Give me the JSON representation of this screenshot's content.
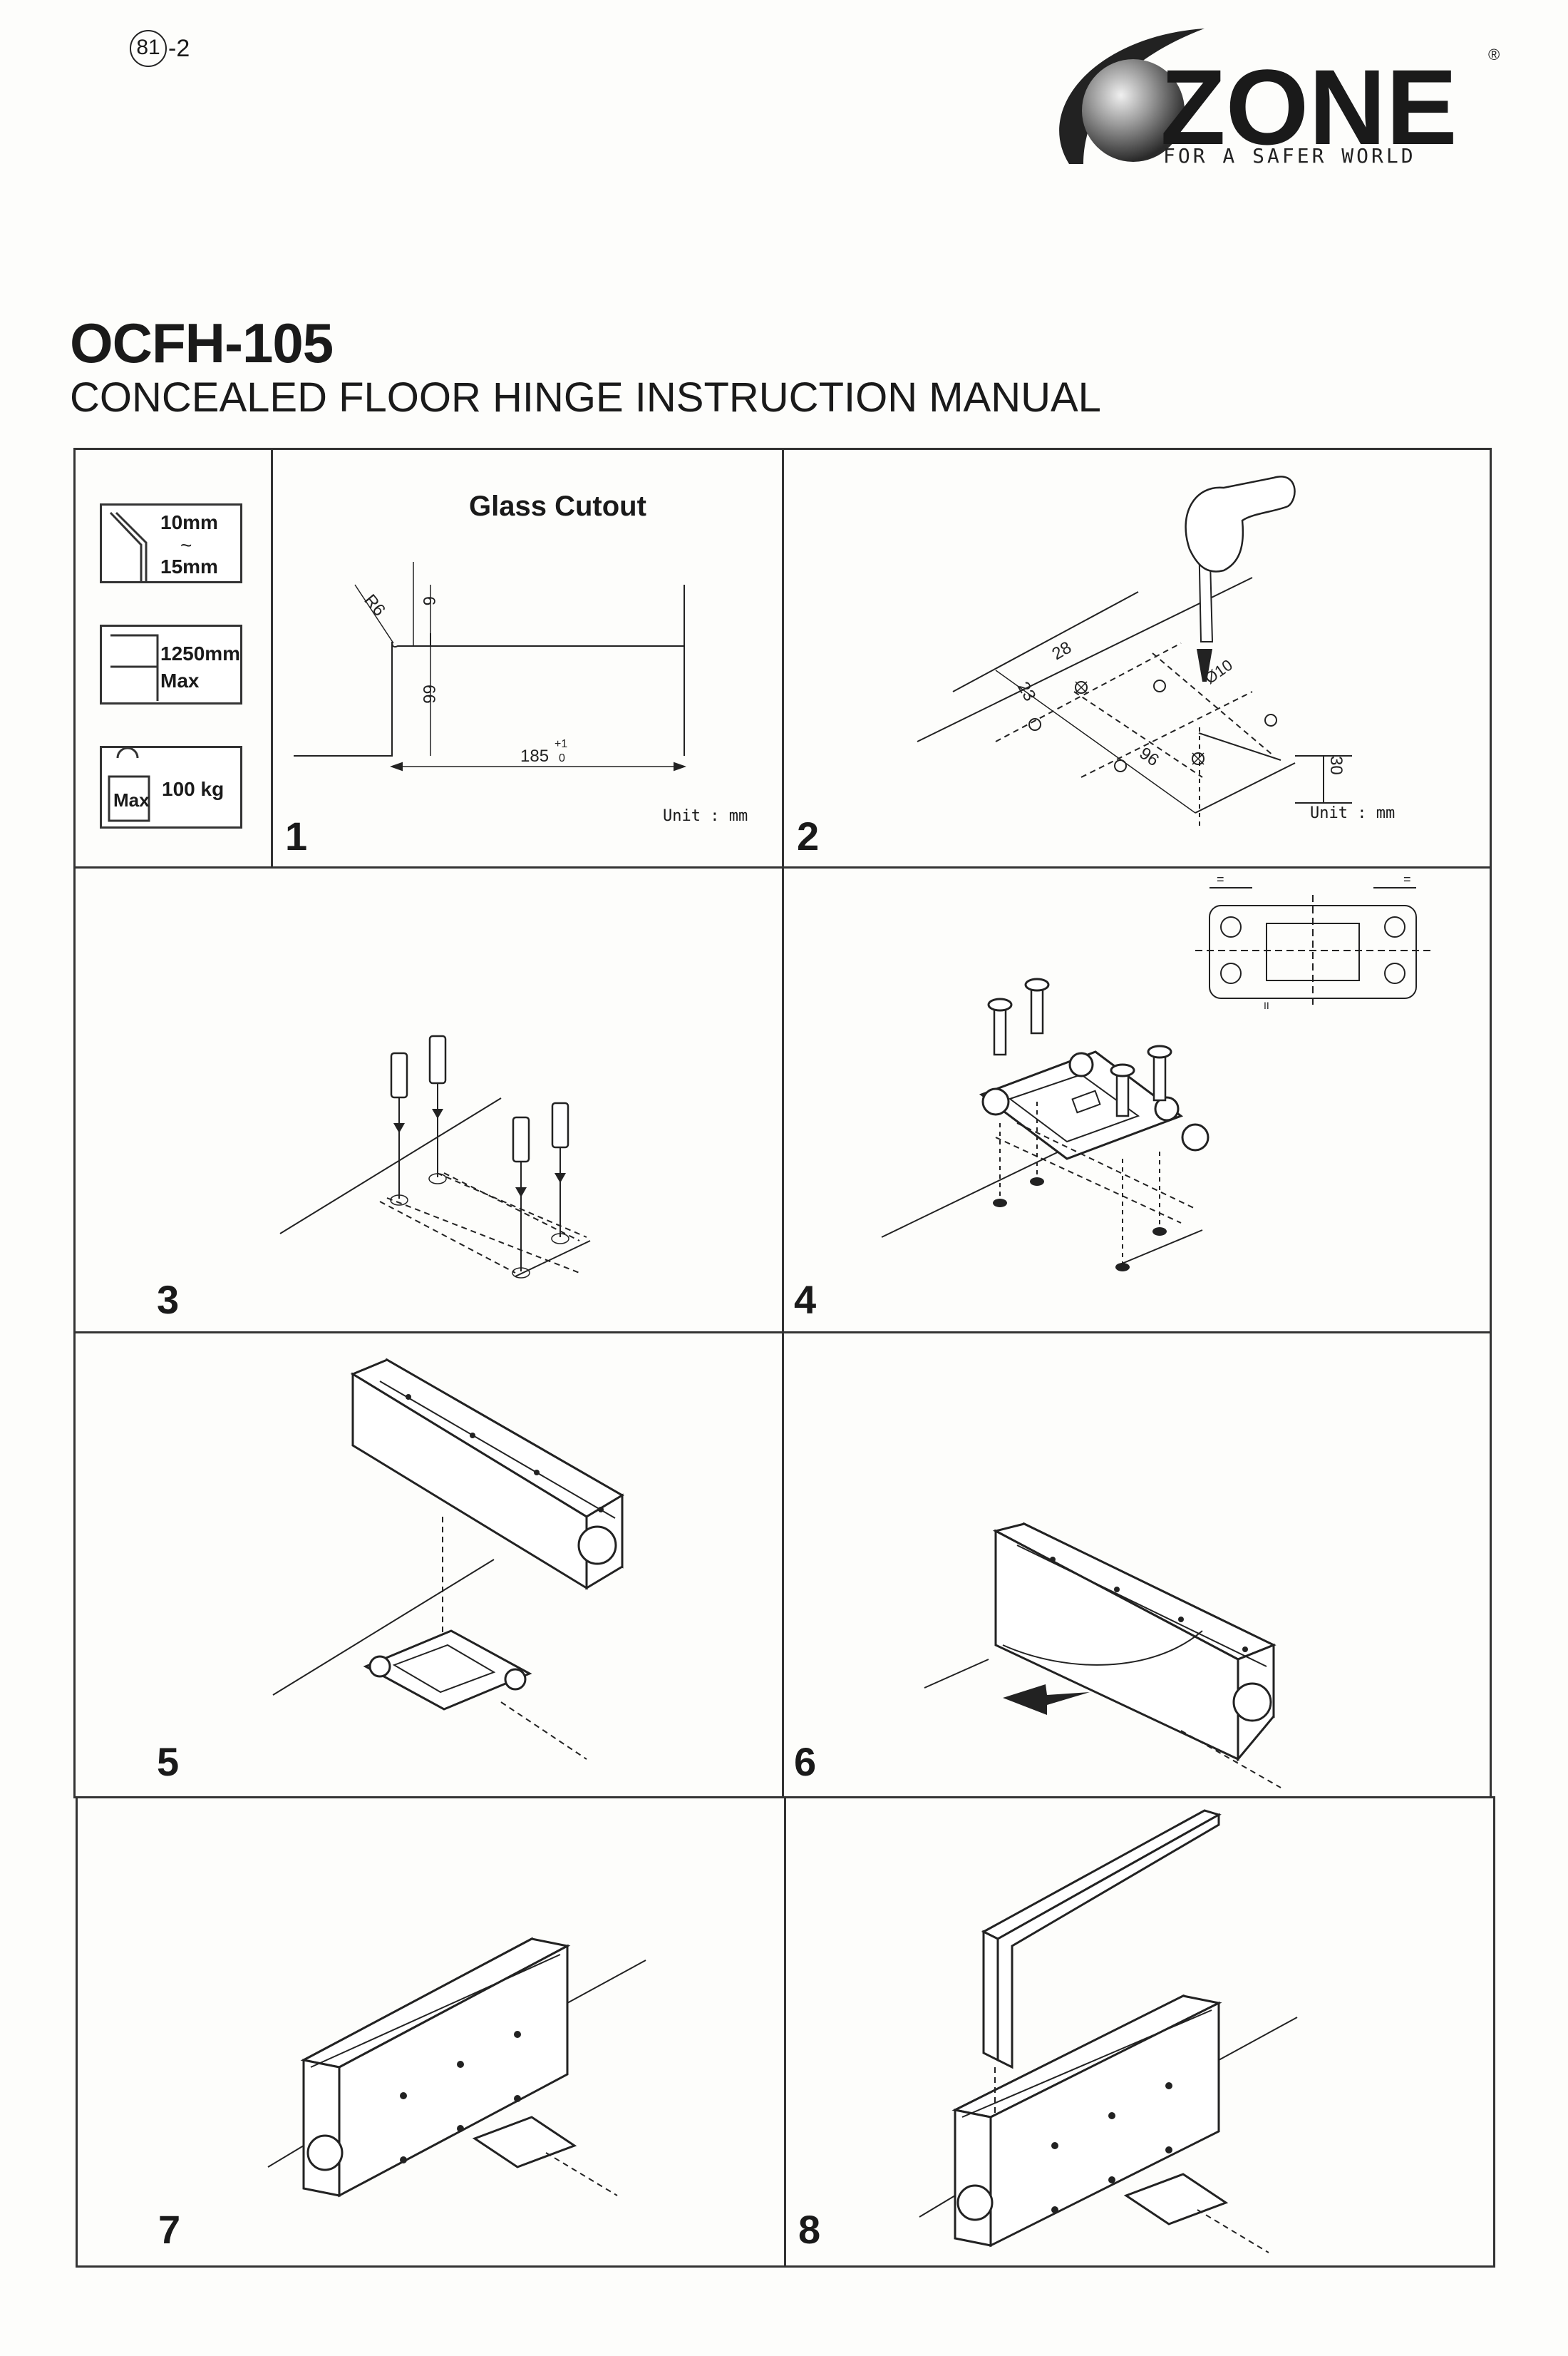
{
  "header": {
    "page_ref_circled": "81",
    "page_ref_suffix": "-2",
    "brand": "ZONE",
    "registered": "®",
    "tagline": "FOR A SAFER WORLD"
  },
  "document": {
    "model": "OCFH-105",
    "title": "CONCEALED FLOOR HINGE INSTRUCTION MANUAL"
  },
  "specs": {
    "glass_thickness": {
      "line1": "10mm",
      "line2": "~",
      "line3": "15mm"
    },
    "max_width": {
      "line1": "1250mm",
      "line2": "Max"
    },
    "max_weight": {
      "badge": "Max",
      "value": "100 kg"
    }
  },
  "steps": [
    {
      "number": "1",
      "heading": "Glass Cutout",
      "unit": "Unit : mm",
      "dims": {
        "radius": "R6",
        "top": "6",
        "height": "66",
        "width": "185",
        "tol_plus": "+1",
        "tol_minus": "0"
      }
    },
    {
      "number": "2",
      "unit": "Unit : mm",
      "dims": {
        "d28": "28",
        "d23": "23",
        "d96": "96",
        "dia": "Ø10",
        "depth": "30"
      }
    },
    {
      "number": "3"
    },
    {
      "number": "4",
      "detail_marks": {
        "eq_left": "=",
        "eq_right": "=",
        "par": "II"
      }
    },
    {
      "number": "5"
    },
    {
      "number": "6"
    },
    {
      "number": "7"
    },
    {
      "number": "8"
    }
  ]
}
